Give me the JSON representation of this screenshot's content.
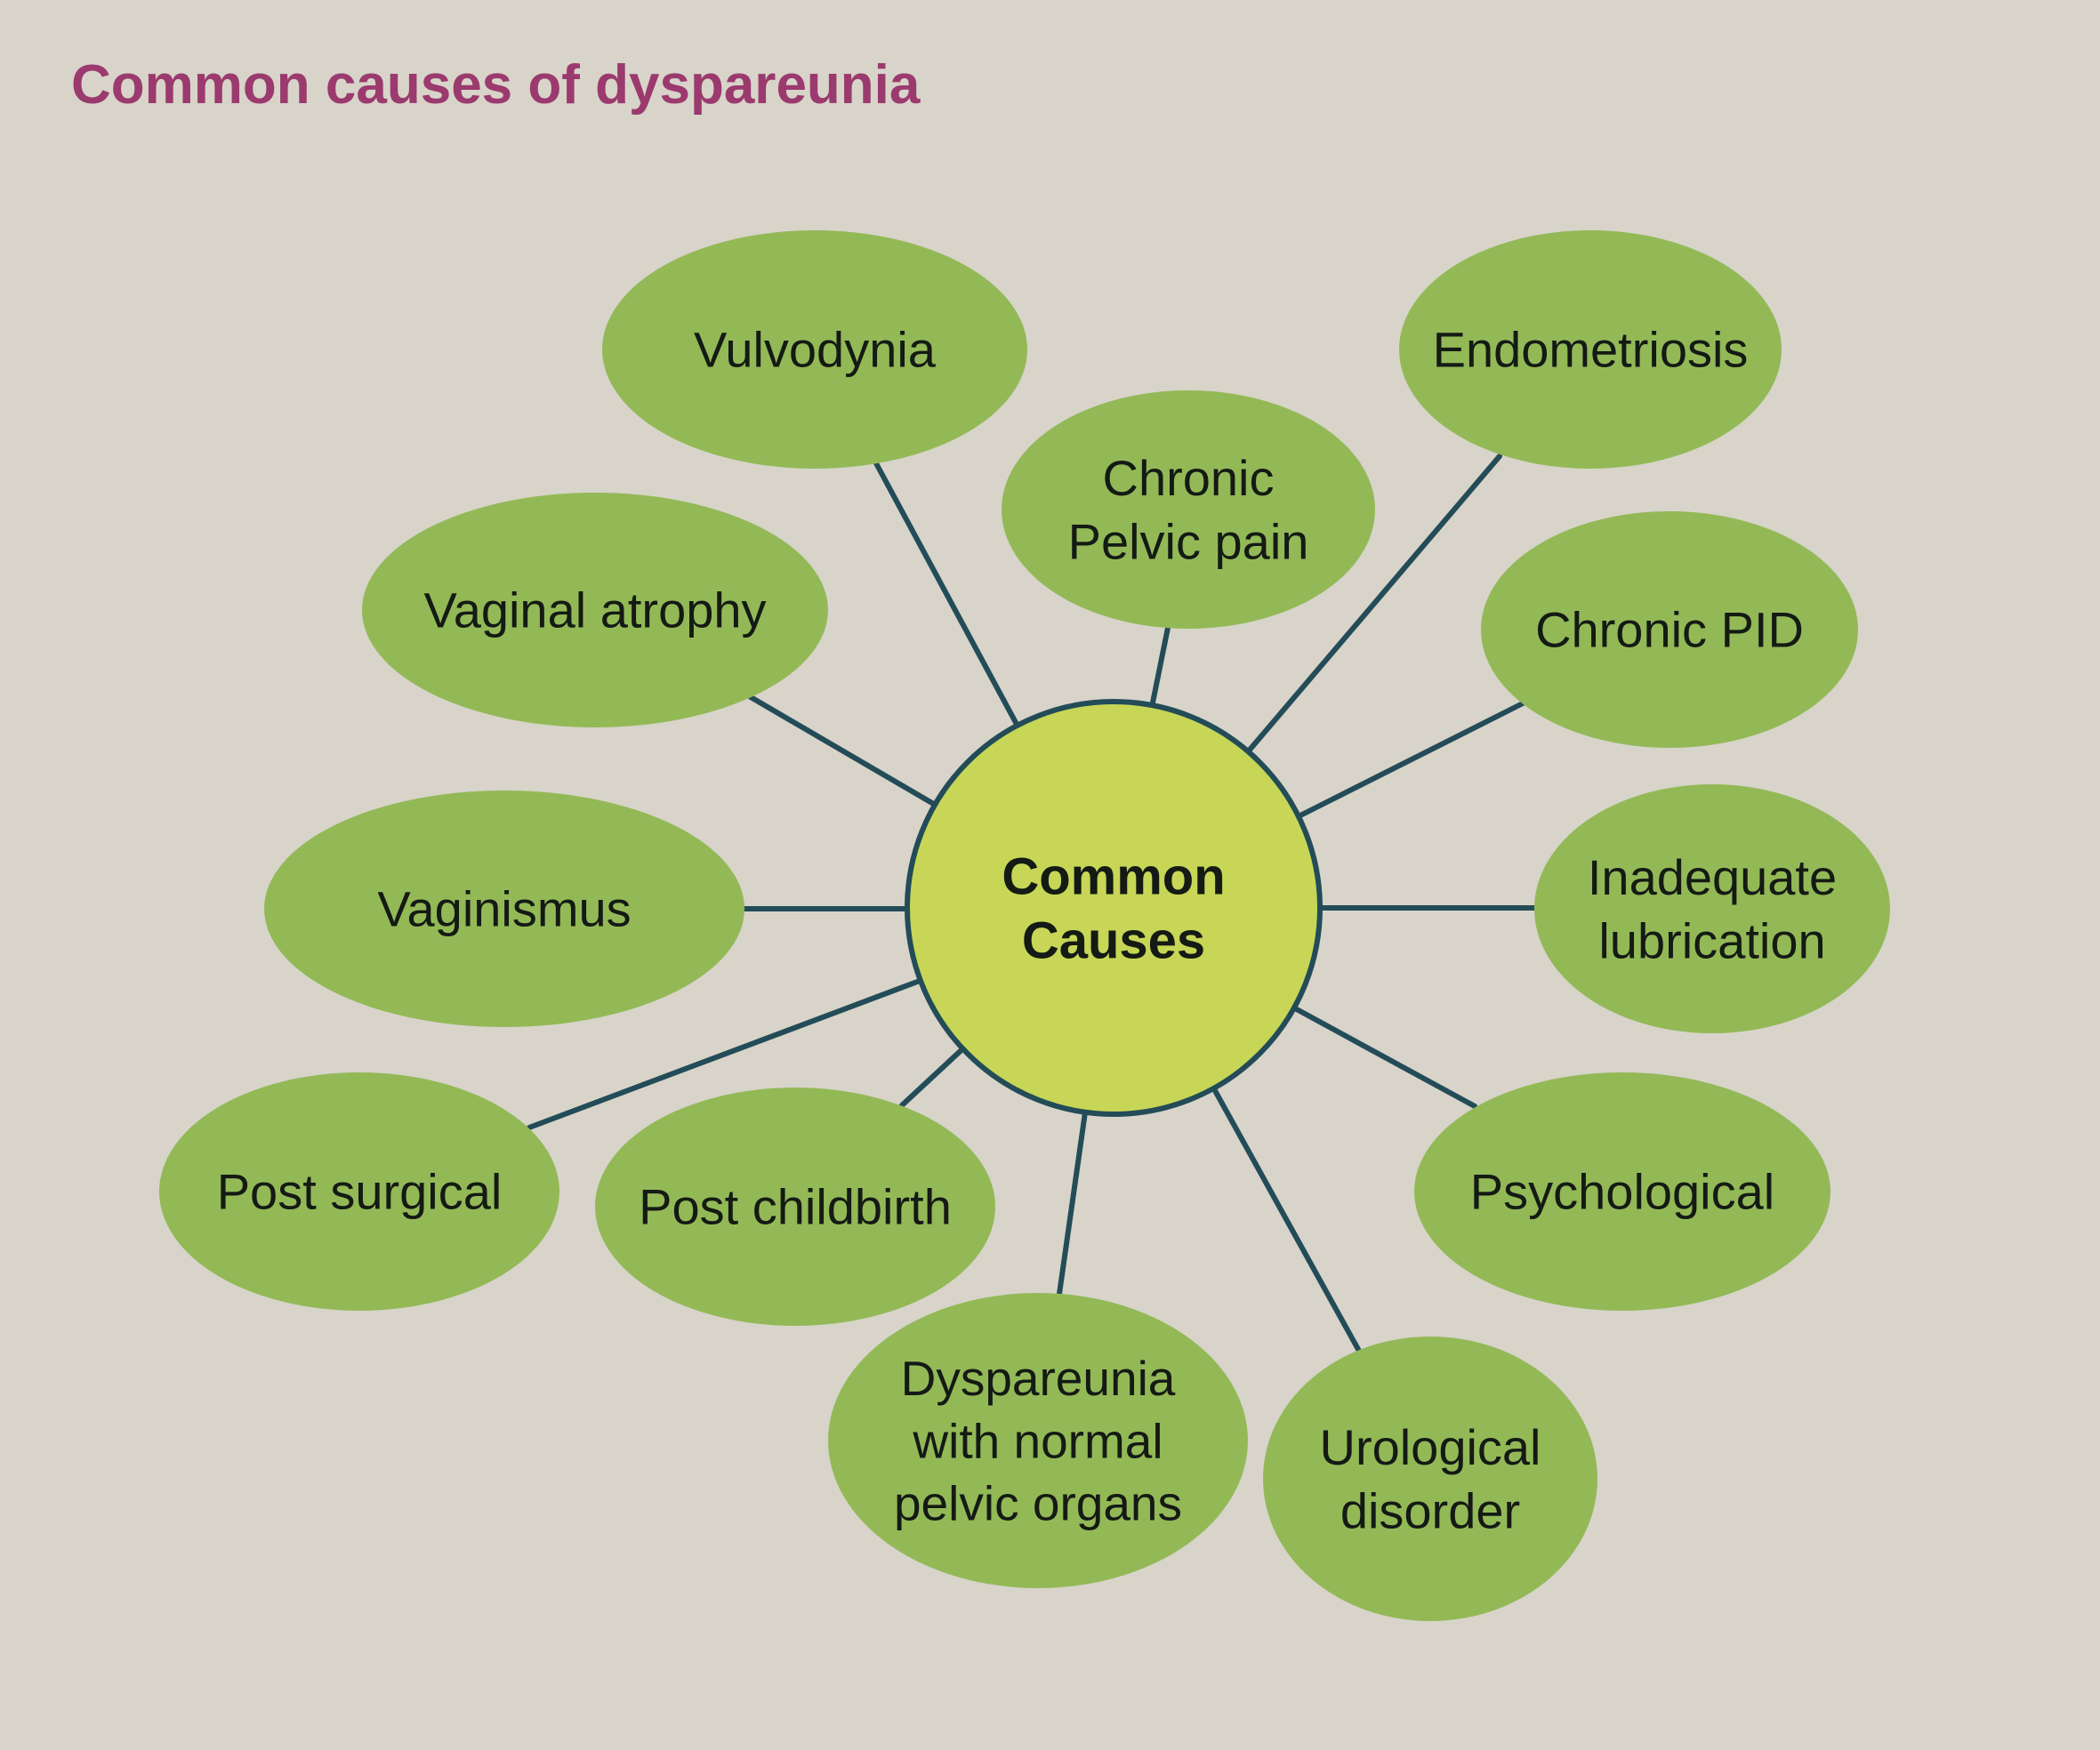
{
  "title": "Common causes of dyspareunia",
  "colors": {
    "background": "#d8d4ca",
    "title": "#9b3a6e",
    "node_fill": "#93b957",
    "center_fill": "#c7d656",
    "line": "#234c58",
    "text": "#141a14"
  },
  "center": {
    "lines": [
      "Common",
      "Causes"
    ]
  },
  "nodes": [
    {
      "id": "vulvodynia",
      "lines": [
        "Vulvodynia"
      ]
    },
    {
      "id": "endometriosis",
      "lines": [
        "Endometriosis"
      ]
    },
    {
      "id": "chronic-pelvic-pain",
      "lines": [
        "Chronic",
        "Pelvic pain"
      ]
    },
    {
      "id": "vaginal-atrophy",
      "lines": [
        "Vaginal atrophy"
      ]
    },
    {
      "id": "chronic-pid",
      "lines": [
        "Chronic PID"
      ]
    },
    {
      "id": "vaginismus",
      "lines": [
        "Vaginismus"
      ]
    },
    {
      "id": "inadequate-lubrication",
      "lines": [
        "Inadequate",
        "lubrication"
      ]
    },
    {
      "id": "post-surgical",
      "lines": [
        "Post surgical"
      ]
    },
    {
      "id": "post-childbirth",
      "lines": [
        "Post childbirth"
      ]
    },
    {
      "id": "psychological",
      "lines": [
        "Psychological"
      ]
    },
    {
      "id": "dyspareunia-normal-pelvic",
      "lines": [
        "Dyspareunia",
        "with normal",
        "pelvic organs"
      ]
    },
    {
      "id": "urological-disorder",
      "lines": [
        "Urological",
        "disorder"
      ]
    }
  ]
}
